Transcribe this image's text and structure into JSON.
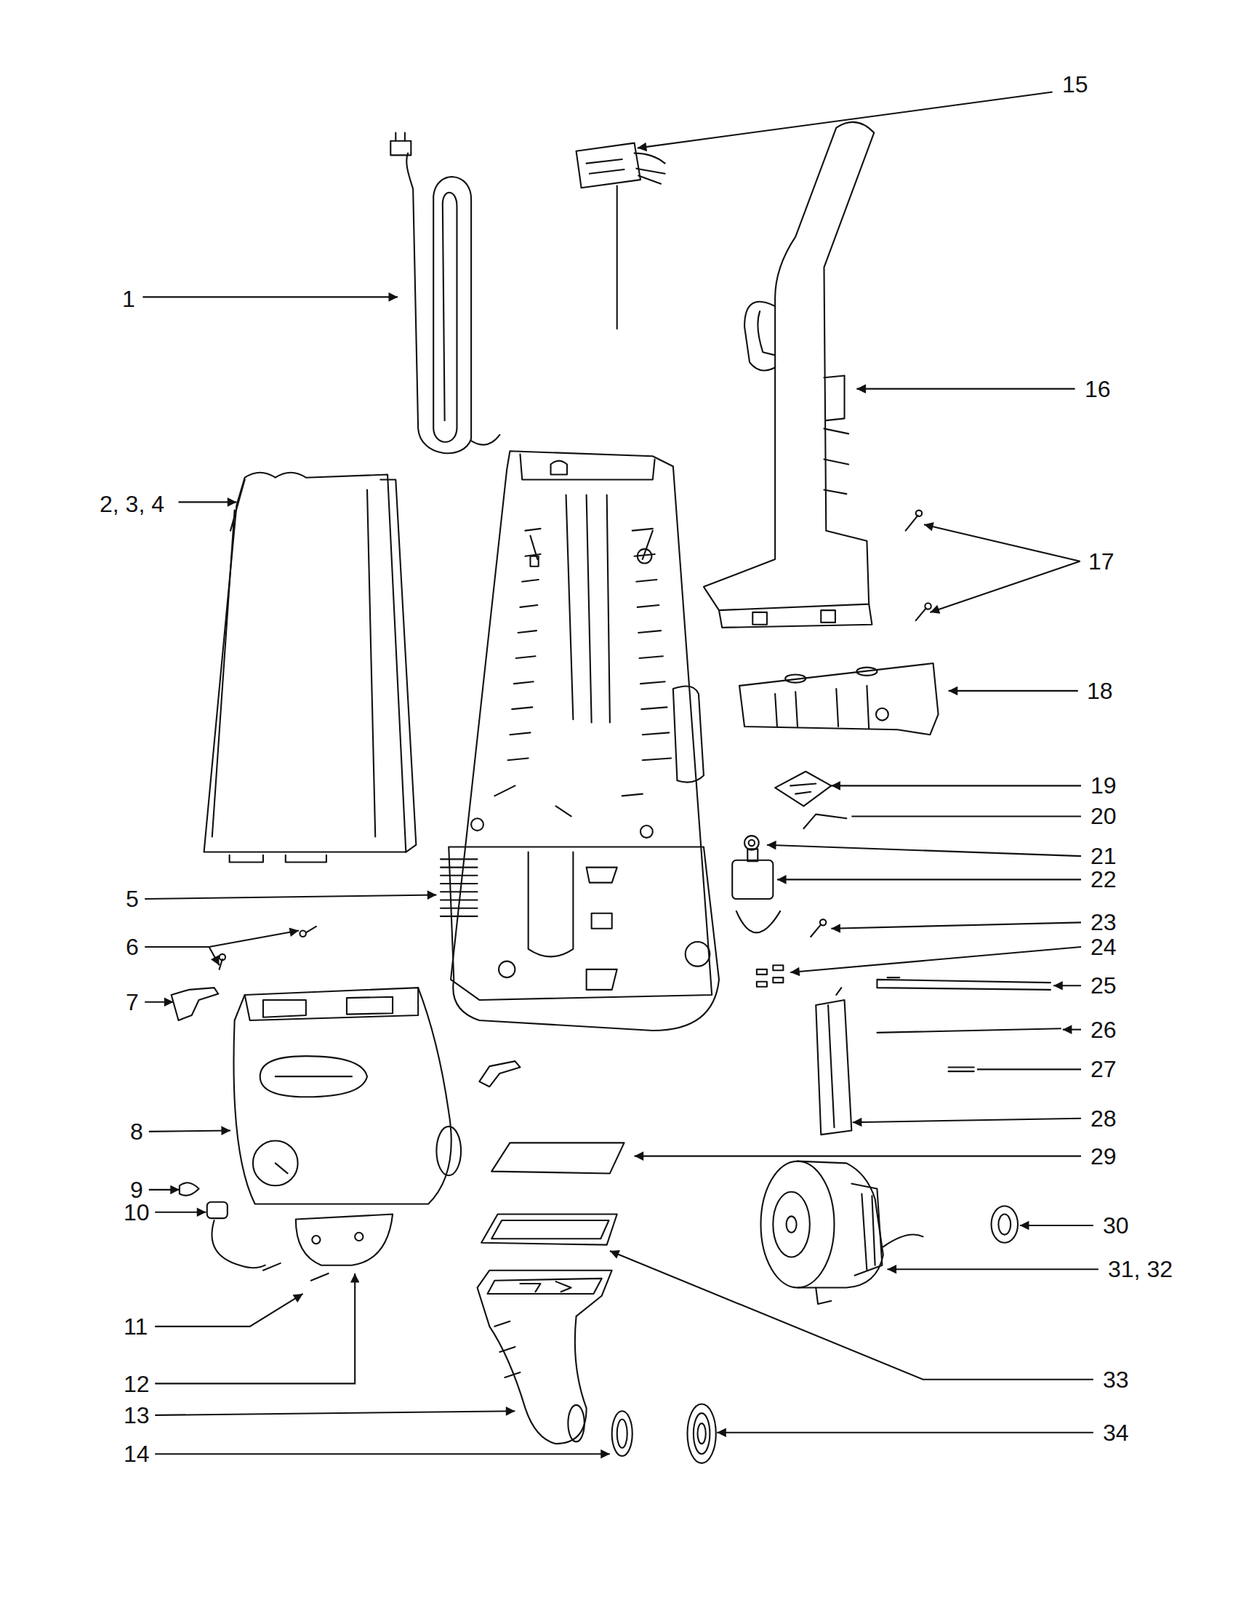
{
  "diagram": {
    "labels": [
      "15",
      "1",
      "16",
      "2, 3, 4",
      "17",
      "18",
      "19",
      "20",
      "21",
      "22",
      "5",
      "23",
      "6",
      "24",
      "25",
      "7",
      "26",
      "27",
      "28",
      "8",
      "29",
      "9",
      "30",
      "10",
      "31, 32",
      "11",
      "33",
      "12",
      "34",
      "13",
      "14"
    ]
  }
}
